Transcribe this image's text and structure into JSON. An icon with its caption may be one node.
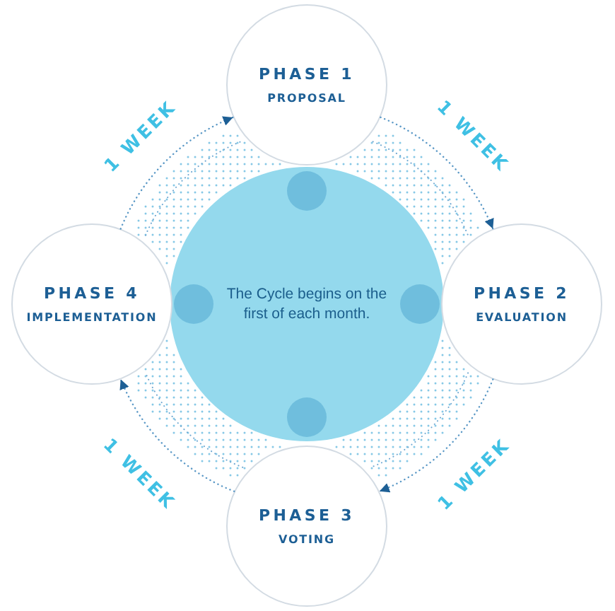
{
  "diagram": {
    "nodes": [
      {
        "text": [
          "PHASE 1",
          "PROPOSAL"
        ]
      },
      {
        "text": [
          "PHASE 4",
          "IMPLEMENTATION"
        ]
      },
      {
        "text": [
          "The Cycle begins on the first of each month."
        ]
      },
      {
        "text": [
          "PHASE 2",
          "EVALUATION"
        ]
      },
      {
        "text": [
          "PHASE 3",
          "VOTING"
        ]
      }
    ],
    "edges": [
      {
        "from": 1,
        "to": 0,
        "arrow": "to",
        "label": "1 WEEK"
      },
      {
        "from": 0,
        "to": 3,
        "arrow": "to",
        "label": "1 WEEK"
      },
      {
        "from": 4,
        "to": 1,
        "arrow": "to",
        "label": "1 WEEK"
      },
      {
        "from": 3,
        "to": 4,
        "arrow": "to",
        "label": "1 WEEK"
      }
    ]
  }
}
